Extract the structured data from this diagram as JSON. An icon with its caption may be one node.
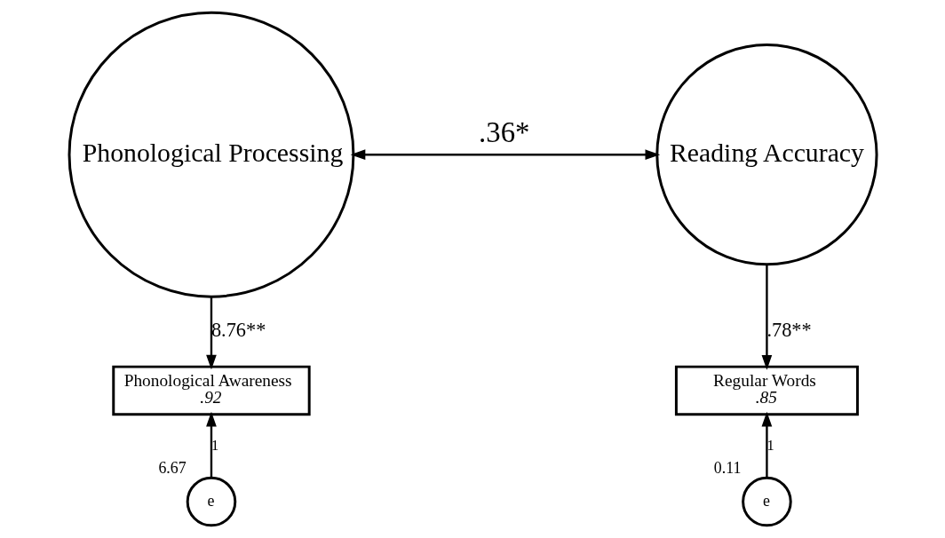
{
  "diagram": {
    "nodes": [
      {
        "text": [
          "Phonological Processing"
        ]
      },
      {
        "text": [
          "Reading Accuracy"
        ]
      },
      {
        "text": [
          "Phonological Awareness",
          ".92"
        ]
      },
      {
        "text": [
          "Regular Words",
          ".85"
        ]
      },
      {
        "text": [
          "e"
        ],
        "beside": [
          "6.67"
        ]
      },
      {
        "text": [
          "e"
        ],
        "beside": [
          "0.11"
        ]
      }
    ],
    "edges": [
      {
        "from": 0,
        "to": 1,
        "arrow": "both",
        "label": ".36*"
      },
      {
        "from": 0,
        "to": 2,
        "arrow": "to",
        "label": "8.76**"
      },
      {
        "from": 1,
        "to": 3,
        "arrow": "to",
        "label": ".78**"
      },
      {
        "from": 4,
        "to": 2,
        "arrow": "to",
        "label": "1"
      },
      {
        "from": 5,
        "to": 3,
        "arrow": "to",
        "label": "1"
      }
    ]
  }
}
